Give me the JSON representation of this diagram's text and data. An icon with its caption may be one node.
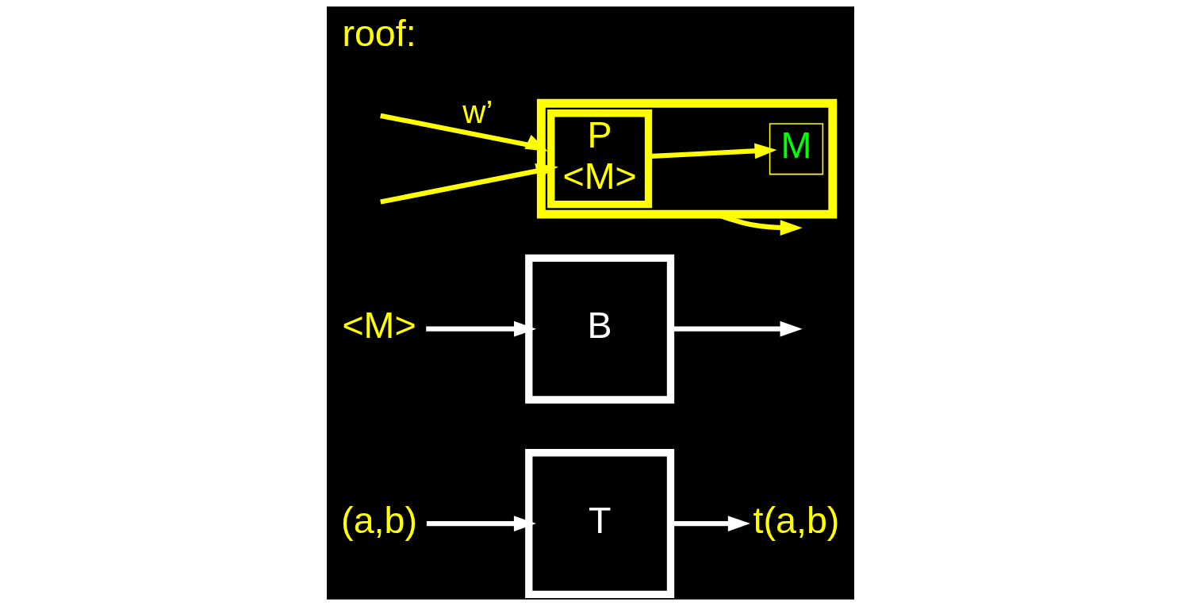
{
  "diagram": {
    "nodes": [
      {
        "text": [
          "(a,b)"
        ]
      },
      {
        "text": [
          "T"
        ]
      },
      {
        "text": [
          "t(a,b)"
        ]
      },
      {
        "text": [
          "<M>"
        ]
      },
      {
        "text": [
          "B"
        ]
      },
      {
        "text": [],
        "shape": "box"
      },
      {
        "text": [
          "P",
          "<M>"
        ],
        "in": 5
      },
      {
        "text": [
          "M"
        ],
        "in": 5
      }
    ],
    "edges": [
      {
        "from": 0,
        "to": 1,
        "arrow": "to"
      },
      {
        "from": 1,
        "to": 2,
        "arrow": "to"
      },
      {
        "from": 3,
        "to": 4,
        "arrow": "to"
      },
      {
        "from": 4,
        "to": null,
        "arrow": "to"
      },
      {
        "from": null,
        "to": 5,
        "arrow": "to",
        "label": "w’",
        "color": "#ffff00"
      },
      {
        "from": null,
        "to": 6,
        "arrow": "to",
        "color": "#ffff00"
      },
      {
        "from": 6,
        "to": 7,
        "arrow": "to",
        "color": "#ffff00"
      },
      {
        "from": 5,
        "to": null,
        "arrow": "to",
        "color": "#ffff00"
      }
    ],
    "labels": [
      "roof:"
    ]
  }
}
